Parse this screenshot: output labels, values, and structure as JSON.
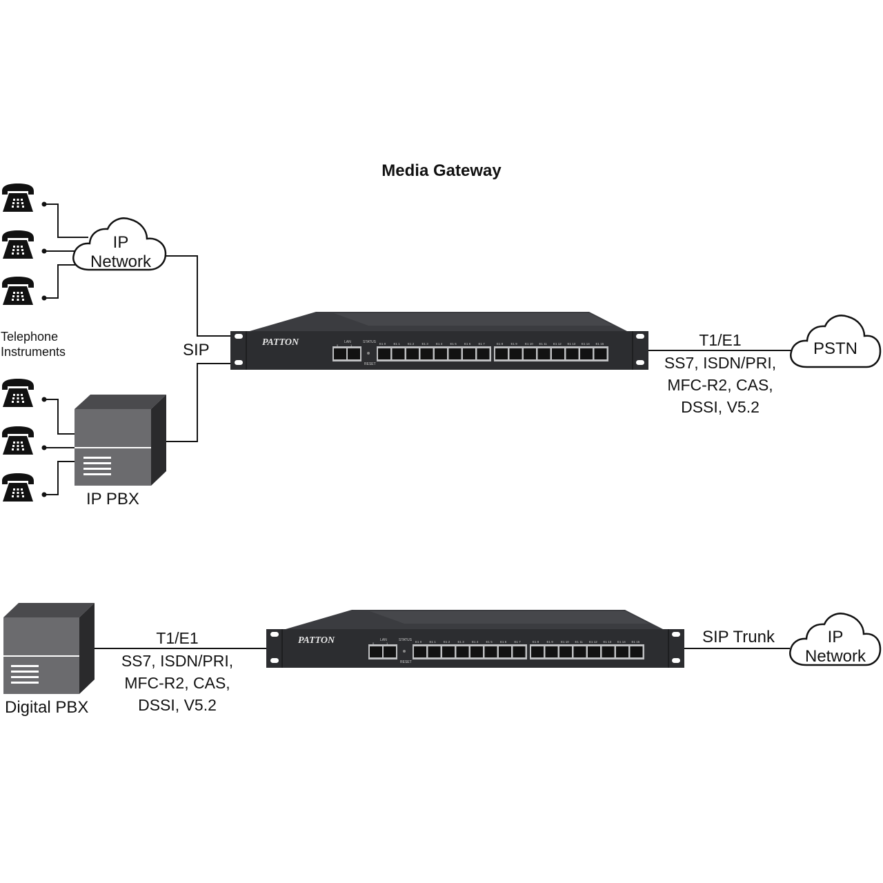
{
  "title": "Media Gateway",
  "top_scenario": {
    "ip_network_label": [
      "IP",
      "Network"
    ],
    "telephones_label": [
      "Telephone",
      "Instruments"
    ],
    "sip_label": "SIP",
    "ip_pbx_label": "IP PBX",
    "trunk_label": "T1/E1",
    "protocols": [
      "SS7, ISDN/PRI,",
      "MFC-R2, CAS,",
      "DSSI, V5.2"
    ],
    "pstn_label": "PSTN"
  },
  "bottom_scenario": {
    "digital_pbx_label": "Digital PBX",
    "trunk_label": "T1/E1",
    "protocols": [
      "SS7, ISDN/PRI,",
      "MFC-R2, CAS,",
      "DSSI, V5.2"
    ],
    "sip_trunk_label": "SIP Trunk",
    "ip_network_label": [
      "IP",
      "Network"
    ]
  },
  "device": {
    "brand": "PATTON",
    "lan_label": "LAN",
    "lan_port_labels": [
      "0",
      "1"
    ],
    "status_label": "STATUS",
    "reset_label": "RESET",
    "port_labels": [
      "E1 0",
      "E1 1",
      "E1 2",
      "E1 3",
      "E1 4",
      "E1 5",
      "E1 6",
      "E1 7",
      "E1 8",
      "E1 9",
      "E1 10",
      "E1 11",
      "E1 12",
      "E1 13",
      "E1 14",
      "E1 15"
    ]
  },
  "colors": {
    "line": "#111111",
    "device_body": "#2c2d30",
    "device_top": "#3b3c40",
    "server_front": "#6b6b6e",
    "server_side": "#2a2a2c",
    "server_top": "#4a4a4d",
    "phone": "#111111"
  }
}
